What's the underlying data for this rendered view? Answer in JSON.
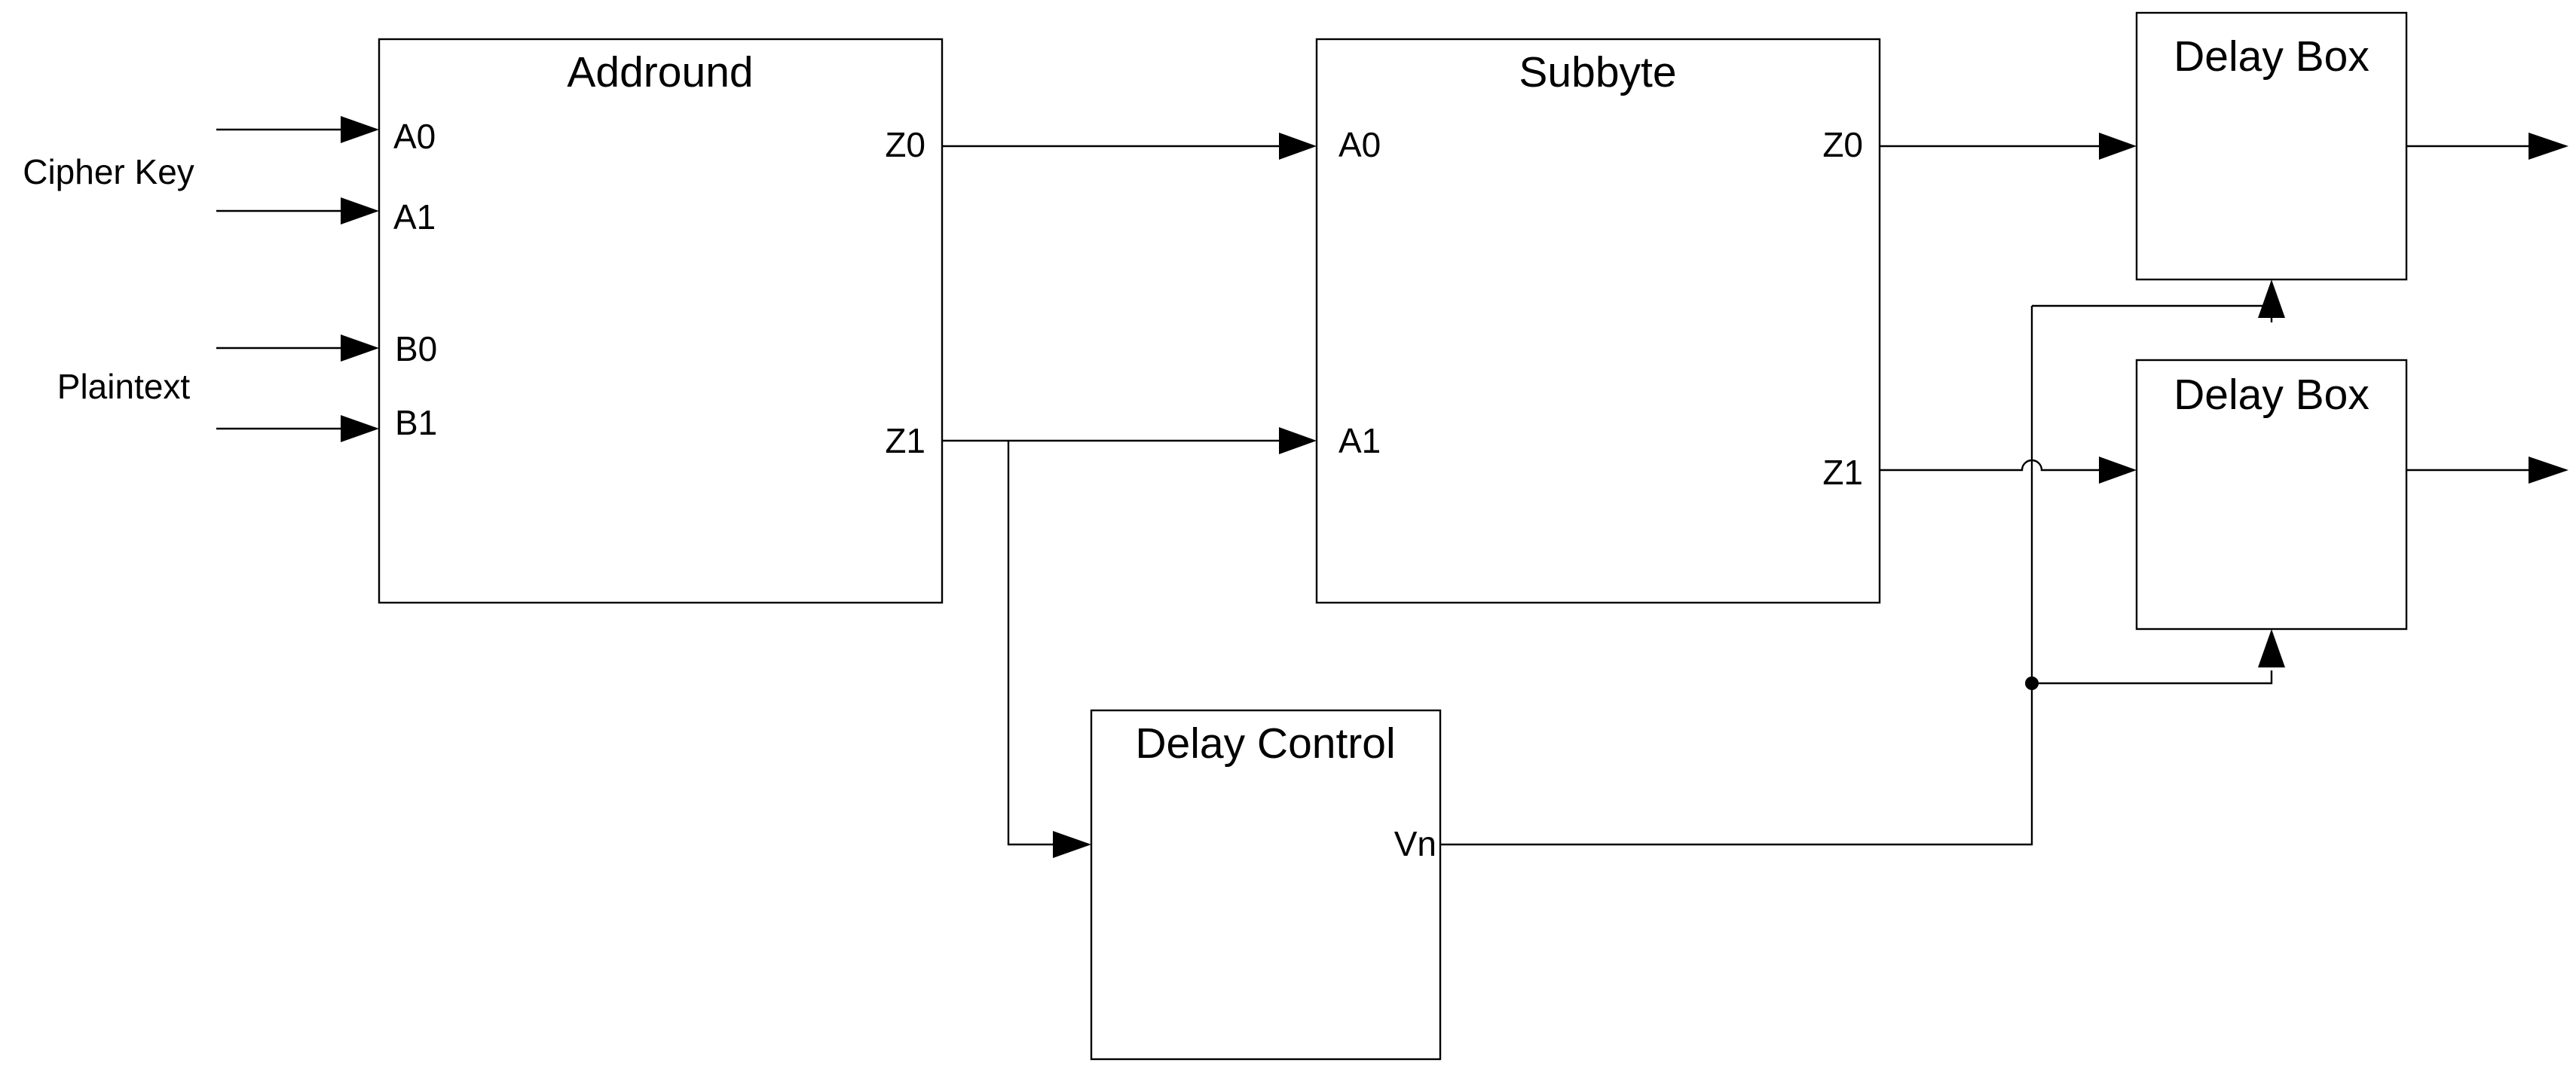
{
  "external_inputs": {
    "cipher_key": "Cipher Key",
    "plaintext": "Plaintext"
  },
  "addround": {
    "title": "Addround",
    "ports": {
      "a0": "A0",
      "a1": "A1",
      "b0": "B0",
      "b1": "B1",
      "z0": "Z0",
      "z1": "Z1"
    }
  },
  "subbyte": {
    "title": "Subbyte",
    "ports": {
      "a0": "A0",
      "a1": "A1",
      "z0": "Z0",
      "z1": "Z1"
    }
  },
  "delay_control": {
    "title": "Delay Control",
    "ports": {
      "vn": "Vn"
    }
  },
  "delay_box_1": {
    "title": "Delay Box"
  },
  "delay_box_2": {
    "title": "Delay Box"
  }
}
